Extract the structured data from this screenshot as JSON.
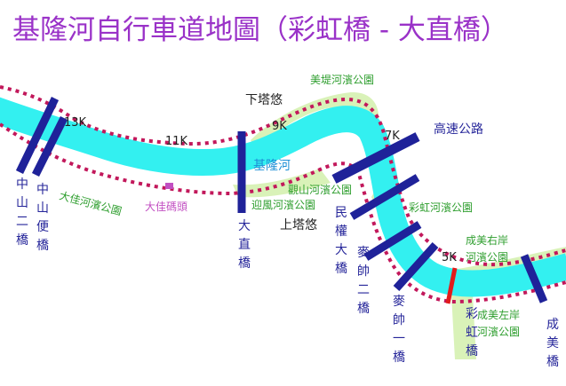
{
  "title": "基隆河自行車道地圖（彩虹橋 - 大直橋）",
  "colors": {
    "title": "#9a32c8",
    "river": "#33f0f0",
    "park": "#d9f2b8",
    "path": "#c2185b",
    "bridge": "#1f2299",
    "highlight_bridge": "#e21b1b",
    "park_label": "#2e9e2e",
    "bridge_label": "#26269a",
    "river_label": "#1e8fd6",
    "poi_label": "#c24fc2",
    "place_label": "#222222"
  },
  "river_name": "基隆河",
  "bridges": [
    "中山二橋",
    "中山便橋",
    "大直橋",
    "民權大橋",
    "麥帥二橋",
    "麥帥一橋",
    "彩虹橋",
    "成美橋",
    "高速公路"
  ],
  "parks": [
    "美堤河濱公園",
    "大佳河濱公園",
    "觀山河濱公園",
    "迎風河濱公園",
    "彩虹河濱公園",
    "成美右岸河濱公園",
    "成美左岸河濱公園"
  ],
  "places": [
    "下塔悠",
    "上塔悠"
  ],
  "poi": "大佳碼頭",
  "km_markers": [
    "13K",
    "11K",
    "9K",
    "7K",
    "5K"
  ]
}
